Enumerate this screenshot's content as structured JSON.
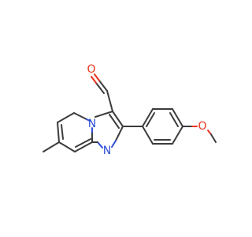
{
  "molecule": {
    "atoms": [
      {
        "symbol": "O",
        "color": "#e8341f"
      },
      {
        "symbol": "N",
        "color": "#2f4fd6"
      },
      {
        "symbol": "N",
        "color": "#2f4fd6"
      },
      {
        "symbol": "O",
        "color": "#e8341f"
      }
    ]
  }
}
